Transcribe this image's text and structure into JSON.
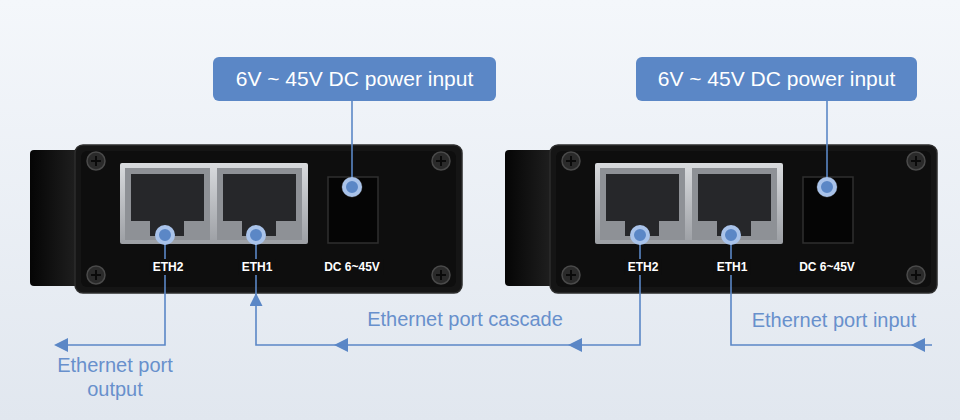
{
  "diagram": {
    "nodes": [
      {
        "text": [
          "6V ~ 45V DC power input"
        ]
      },
      {
        "text": [
          "6V ~ 45V DC power input"
        ]
      },
      {
        "text": [
          "ETH2",
          "ETH1",
          "DC 6~45V"
        ]
      },
      {
        "text": [
          "ETH2",
          "ETH1",
          "DC 6~45V"
        ]
      }
    ],
    "edges": [
      {
        "from": 0,
        "to": 2,
        "arrow": "none"
      },
      {
        "from": 1,
        "to": 3,
        "arrow": "none"
      },
      {
        "from": 3,
        "to": 2,
        "label": "Ethernet port cascade",
        "arrow": "to"
      }
    ],
    "labels": [
      "Ethernet port input",
      "Ethernet port output"
    ]
  }
}
